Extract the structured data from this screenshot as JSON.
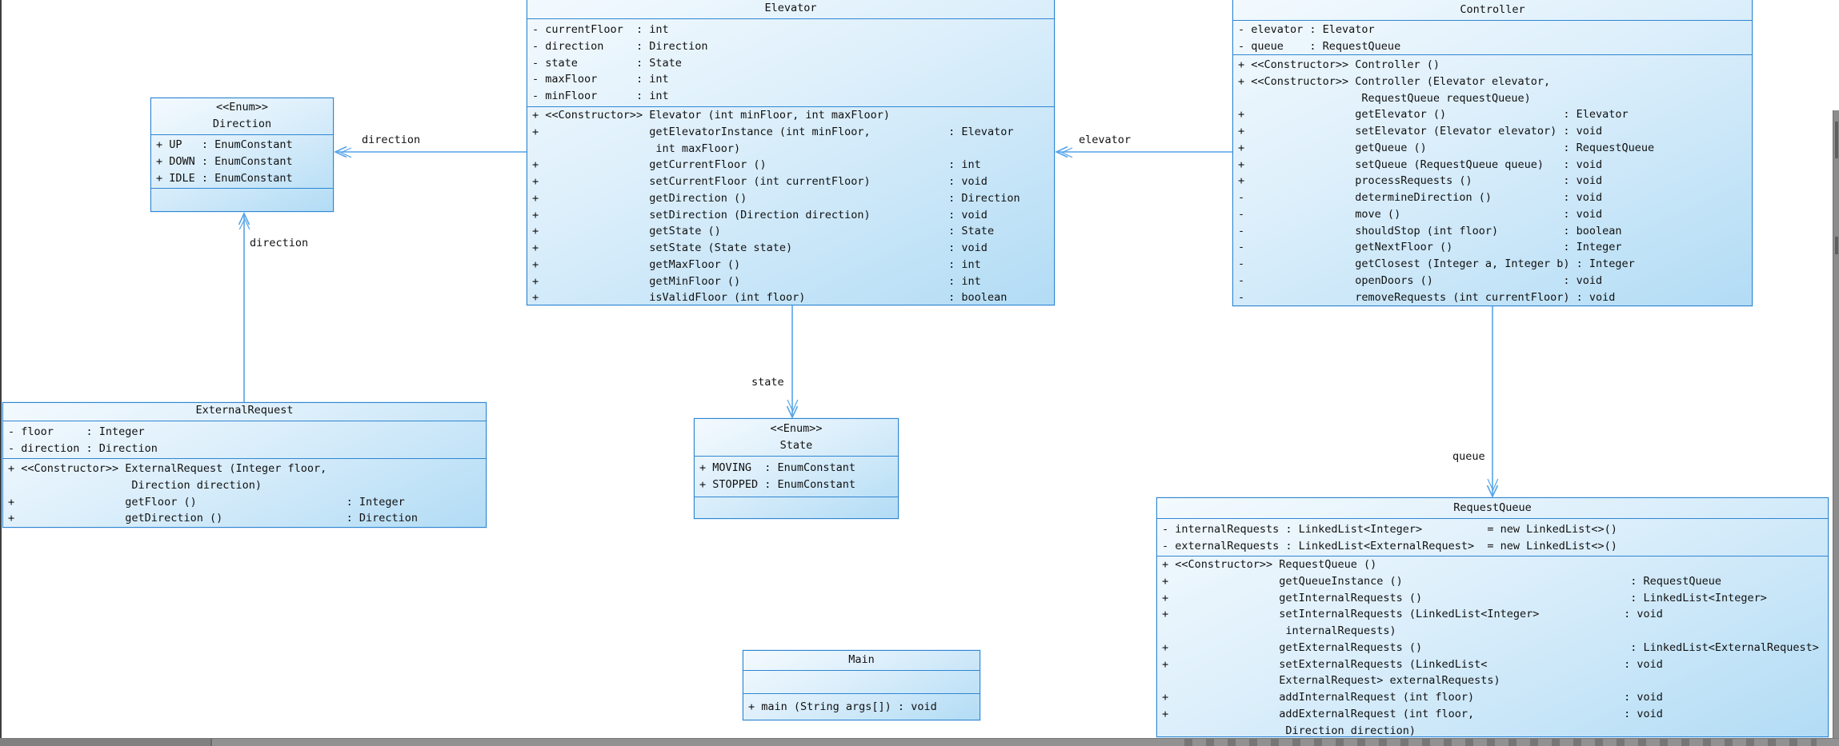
{
  "colors": {
    "box_border": "#2f86d2",
    "box_fill_light": "#f4fafe",
    "box_fill_dark": "#b2dcf5",
    "connector": "#55a4e8",
    "text": "#111111",
    "chrome_gray": "#919191"
  },
  "classes": {
    "elevator": {
      "name": "Elevator",
      "attributes": [
        "- currentFloor  : int",
        "- direction     : Direction",
        "- state         : State",
        "- maxFloor      : int",
        "- minFloor      : int"
      ],
      "methods": [
        "+ <<Constructor>> Elevator (int minFloor, int maxFloor)",
        "+                 getElevatorInstance (int minFloor,            : Elevator",
        "                   int maxFloor)",
        "+                 getCurrentFloor ()                            : int",
        "+                 setCurrentFloor (int currentFloor)            : void",
        "+                 getDirection ()                               : Direction",
        "+                 setDirection (Direction direction)            : void",
        "+                 getState ()                                   : State",
        "+                 setState (State state)                        : void",
        "+                 getMaxFloor ()                                : int",
        "+                 getMinFloor ()                                : int",
        "+                 isValidFloor (int floor)                      : boolean"
      ]
    },
    "controller": {
      "name": "Controller",
      "attributes": [
        "- elevator : Elevator",
        "- queue    : RequestQueue"
      ],
      "methods": [
        "+ <<Constructor>> Controller ()",
        "+ <<Constructor>> Controller (Elevator elevator,",
        "                   RequestQueue requestQueue)",
        "+                 getElevator ()                  : Elevator",
        "+                 setElevator (Elevator elevator) : void",
        "+                 getQueue ()                     : RequestQueue",
        "+                 setQueue (RequestQueue queue)   : void",
        "+                 processRequests ()              : void",
        "-                 determineDirection ()           : void",
        "-                 move ()                         : void",
        "-                 shouldStop (int floor)          : boolean",
        "-                 getNextFloor ()                 : Integer",
        "-                 getClosest (Integer a, Integer b) : Integer",
        "-                 openDoors ()                    : void",
        "-                 removeRequests (int currentFloor) : void"
      ]
    },
    "direction": {
      "stereotype": "<<Enum>>",
      "name": "Direction",
      "attributes": [
        "+ UP   : EnumConstant",
        "+ DOWN : EnumConstant",
        "+ IDLE : EnumConstant"
      ],
      "methods": []
    },
    "state": {
      "stereotype": "<<Enum>>",
      "name": "State",
      "attributes": [
        "+ MOVING  : EnumConstant",
        "+ STOPPED : EnumConstant"
      ],
      "methods": []
    },
    "external_request": {
      "name": "ExternalRequest",
      "attributes": [
        "- floor     : Integer",
        "- direction : Direction"
      ],
      "methods": [
        "+ <<Constructor>> ExternalRequest (Integer floor,",
        "                   Direction direction)",
        "+                 getFloor ()                       : Integer",
        "+                 getDirection ()                   : Direction"
      ]
    },
    "request_queue": {
      "name": "RequestQueue",
      "attributes": [
        "- internalRequests : LinkedList<Integer>          = new LinkedList<>()",
        "- externalRequests : LinkedList<ExternalRequest>  = new LinkedList<>()"
      ],
      "methods": [
        "+ <<Constructor>> RequestQueue ()",
        "+                 getQueueInstance ()                                   : RequestQueue",
        "+                 getInternalRequests ()                                : LinkedList<Integer>",
        "+                 setInternalRequests (LinkedList<Integer>             : void",
        "                   internalRequests)",
        "+                 getExternalRequests ()                                : LinkedList<ExternalRequest>",
        "+                 setExternalRequests (LinkedList<                     : void",
        "                  ExternalRequest> externalRequests)",
        "+                 addInternalRequest (int floor)                       : void",
        "+                 addExternalRequest (int floor,                       : void",
        "                   Direction direction)"
      ]
    },
    "main": {
      "name": "Main",
      "attributes": [],
      "methods": [
        "+ main (String args[]) : void"
      ]
    }
  },
  "connector_labels": {
    "elevator_to_direction": "direction",
    "controller_to_elevator": "elevator",
    "external_request_to_direction": "direction",
    "elevator_to_state": "state",
    "controller_to_request_queue": "queue"
  }
}
